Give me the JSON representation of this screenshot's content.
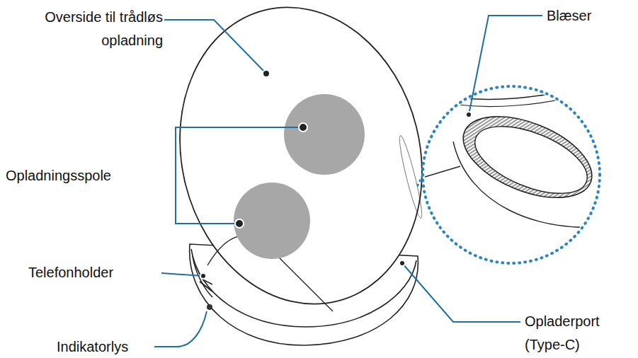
{
  "diagram": {
    "labels": [
      "Overside til trådløs opladning",
      "Opladningsspole",
      "Telefonholder",
      "Indikatorlys",
      "Blæser",
      "Opladerport (Type-C)"
    ]
  }
}
